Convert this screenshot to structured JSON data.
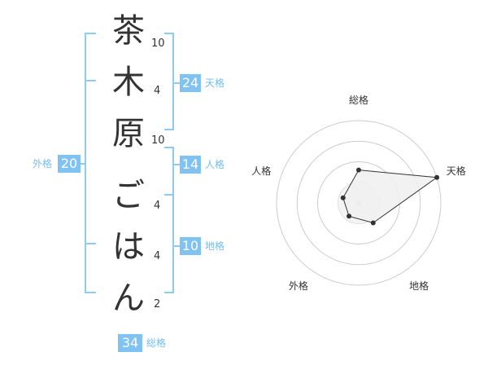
{
  "name": {
    "chars": [
      {
        "char": "茶",
        "strokes": "10"
      },
      {
        "char": "木",
        "strokes": "4"
      },
      {
        "char": "原",
        "strokes": "10"
      },
      {
        "char": "ご",
        "strokes": "4"
      },
      {
        "char": "は",
        "strokes": "4"
      },
      {
        "char": "ん",
        "strokes": "2"
      }
    ]
  },
  "fortune": {
    "tenkaku": {
      "value": "24",
      "label": "天格"
    },
    "jinkaku": {
      "value": "14",
      "label": "人格"
    },
    "chikaku": {
      "value": "10",
      "label": "地格"
    },
    "gaikaku": {
      "value": "20",
      "label": "外格"
    },
    "soukaku": {
      "value": "34",
      "label": "総格"
    }
  },
  "chart_data": {
    "type": "radar",
    "axes": [
      "総格",
      "天格",
      "地格",
      "外格",
      "人格"
    ],
    "values": [
      2,
      5,
      1.5,
      1,
      1
    ],
    "max": 5,
    "rings": 4,
    "colors": {
      "line": "#333333",
      "fill": "#f0f0f0",
      "ring": "#cccccc",
      "accent": "#80c3f2"
    }
  }
}
